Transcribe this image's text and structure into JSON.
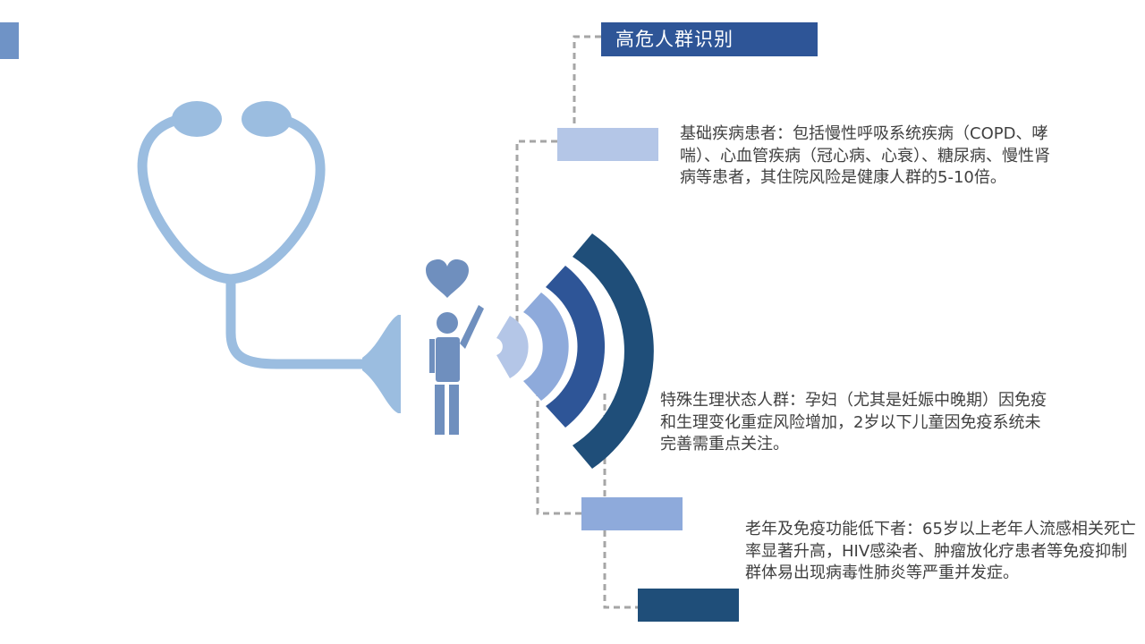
{
  "title": "高危人群识别",
  "groups": [
    {
      "text": "基础疾病患者：包括慢性呼吸系统疾病（COPD、哮喘）、心血管疾病（冠心病、心衰）、糖尿病、慢性肾病等患者，其住院风险是健康人群的5-10倍。"
    },
    {
      "text": "特殊生理状态人群：孕妇（尤其是妊娠中晚期）因免疫和生理变化重症风险增加，2岁以下儿童因免疫系统未完善需重点关注。"
    },
    {
      "text": "老年及免疫功能低下者：65岁以上老年人流感相关死亡率显著升高，HIV感染者、肿瘤放化疗患者等免疫抑制群体易出现病毒性肺炎等严重并发症。"
    }
  ],
  "colors": {
    "title_bg": "#2e5597",
    "light": "#b4c6e7",
    "medium": "#8eaadb",
    "dark": "#1f4e79",
    "stethoscope": "#9bbde0",
    "figure": "#6f8fbe"
  },
  "icons": [
    "stethoscope-icon",
    "person-icon",
    "heart-icon",
    "signal-waves-icon"
  ]
}
